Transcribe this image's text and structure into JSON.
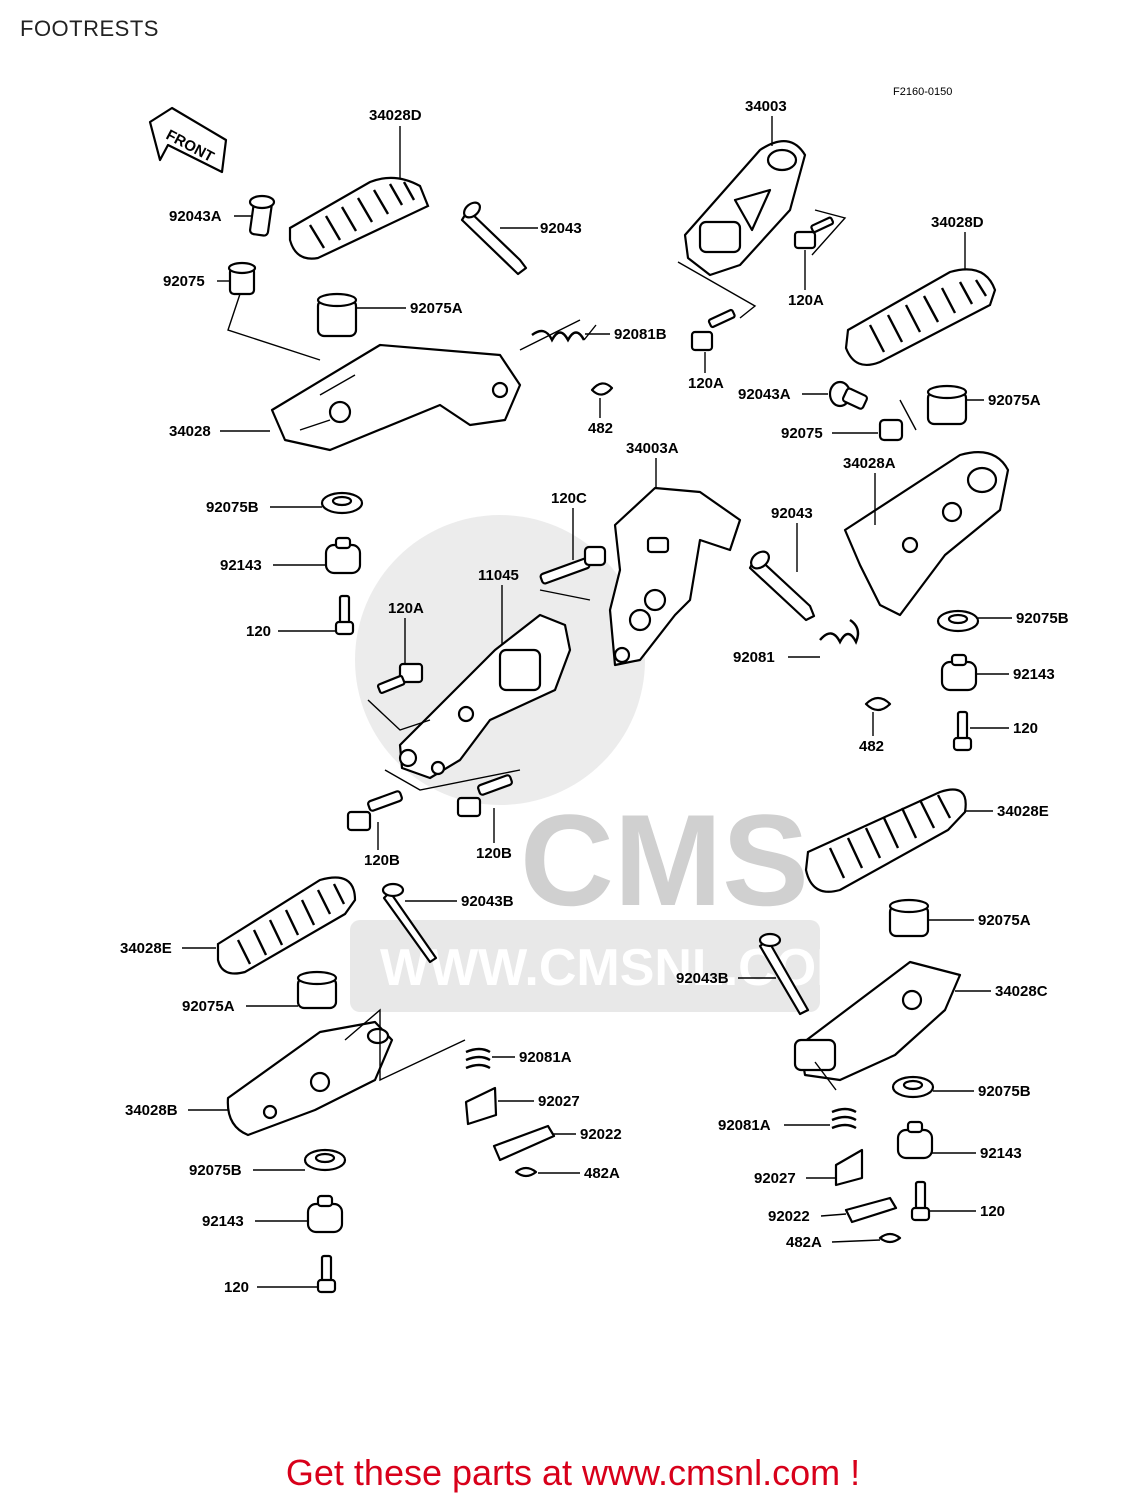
{
  "page": {
    "title": "FOOTRESTS"
  },
  "diagram": {
    "code": "F2160-0150",
    "front_label": "FRONT",
    "watermark": {
      "brand": "CMS",
      "url": "WWW.CMSNL.COM"
    },
    "labels": {
      "p34028D_a": "34028D",
      "p92043A_a": "92043A",
      "p92043_a": "92043",
      "p92075_a": "92075",
      "p92075A_a": "92075A",
      "p34028": "34028",
      "p92075B_a": "92075B",
      "p92143_a": "92143",
      "p120_a": "120",
      "p34003": "34003",
      "p120A_a": "120A",
      "p34028D_b": "34028D",
      "p92081B": "92081B",
      "p120A_b": "120A",
      "p482_a": "482",
      "p92043A_b": "92043A",
      "p92075A_b": "92075A",
      "p92075_b": "92075",
      "p34003A": "34003A",
      "p34028A": "34028A",
      "p120C": "120C",
      "p92043_b": "92043",
      "p11045": "11045",
      "p120A_c": "120A",
      "p92075B_b": "92075B",
      "p92081": "92081",
      "p92143_b": "92143",
      "p120_b": "120",
      "p482_b": "482",
      "p34028E_a": "34028E",
      "p120B_a": "120B",
      "p120B_b": "120B",
      "p92043B_a": "92043B",
      "p34028E_b": "34028E",
      "p92075A_c": "92075A",
      "p92043B_b": "92043B",
      "p92075A_d": "92075A",
      "p34028C": "34028C",
      "p92081A_a": "92081A",
      "p92027_a": "92027",
      "p34028B": "34028B",
      "p92022_a": "92022",
      "p92075B_c": "92075B",
      "p482A_a": "482A",
      "p92075B_d": "92075B",
      "p92081A_b": "92081A",
      "p92143_c": "92143",
      "p92143_d": "92143",
      "p92027_b": "92027",
      "p120_c": "120",
      "p92022_b": "92022",
      "p482A_b": "482A",
      "p120_d": "120"
    }
  },
  "footer": {
    "cta": "Get these parts at www.cmsnl.com !"
  }
}
